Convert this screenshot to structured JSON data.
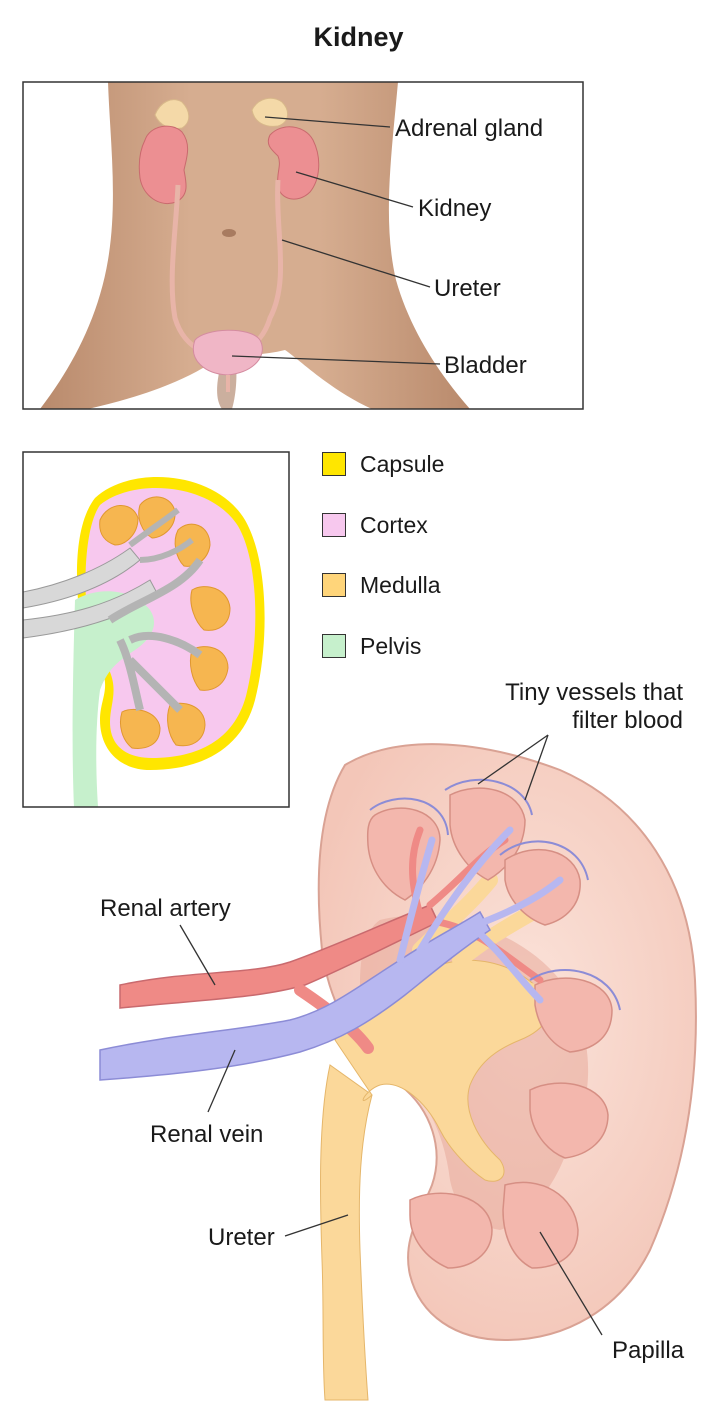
{
  "title": "Kidney",
  "body_labels": {
    "adrenal_gland": "Adrenal gland",
    "kidney": "Kidney",
    "ureter": "Ureter",
    "bladder": "Bladder"
  },
  "legend": [
    {
      "label": "Capsule",
      "color": "#ffe600"
    },
    {
      "label": "Cortex",
      "color": "#f7c8ee"
    },
    {
      "label": "Medulla",
      "color": "#ffd57a"
    },
    {
      "label": "Pelvis",
      "color": "#c6f0cc"
    }
  ],
  "detail_labels": {
    "tiny_vessels_line1": "Tiny vessels that",
    "tiny_vessels_line2": "filter blood",
    "renal_artery": "Renal artery",
    "renal_vein": "Renal vein",
    "ureter": "Ureter",
    "papilla": "Papilla"
  }
}
